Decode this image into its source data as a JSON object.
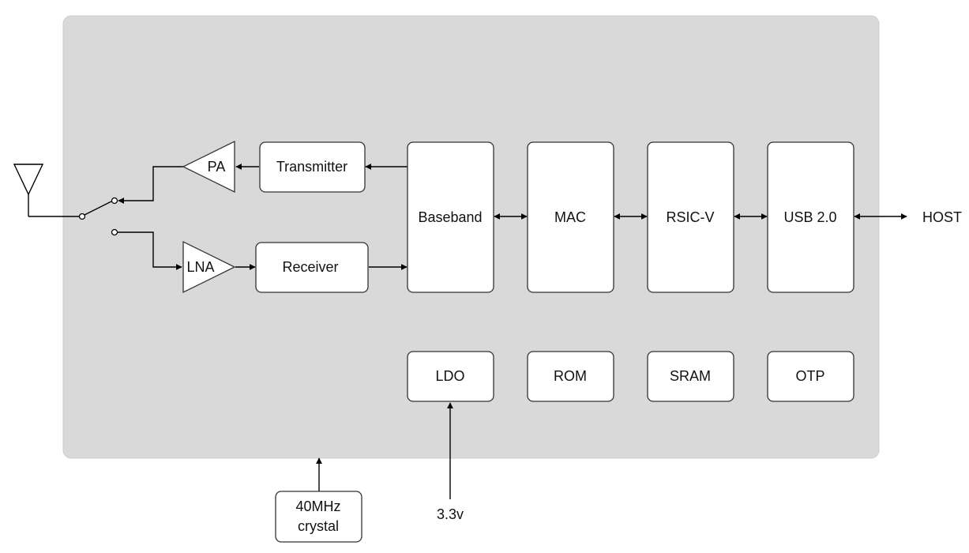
{
  "colors": {
    "chip_background": "#d9d9d9",
    "block_fill": "#ffffff",
    "line": "#000000"
  },
  "blocks": {
    "pa": "PA",
    "lna": "LNA",
    "transmitter": "Transmitter",
    "receiver": "Receiver",
    "baseband": "Baseband",
    "mac": "MAC",
    "rsic_v": "RSIC-V",
    "usb": "USB 2.0",
    "ldo": "LDO",
    "rom": "ROM",
    "sram": "SRAM",
    "otp": "OTP"
  },
  "external": {
    "host": "HOST",
    "crystal_line1": "40MHz",
    "crystal_line2": "crystal",
    "supply": "3.3v"
  },
  "icons": {
    "antenna": "antenna-icon",
    "rf_switch": "rf-switch-icon"
  }
}
